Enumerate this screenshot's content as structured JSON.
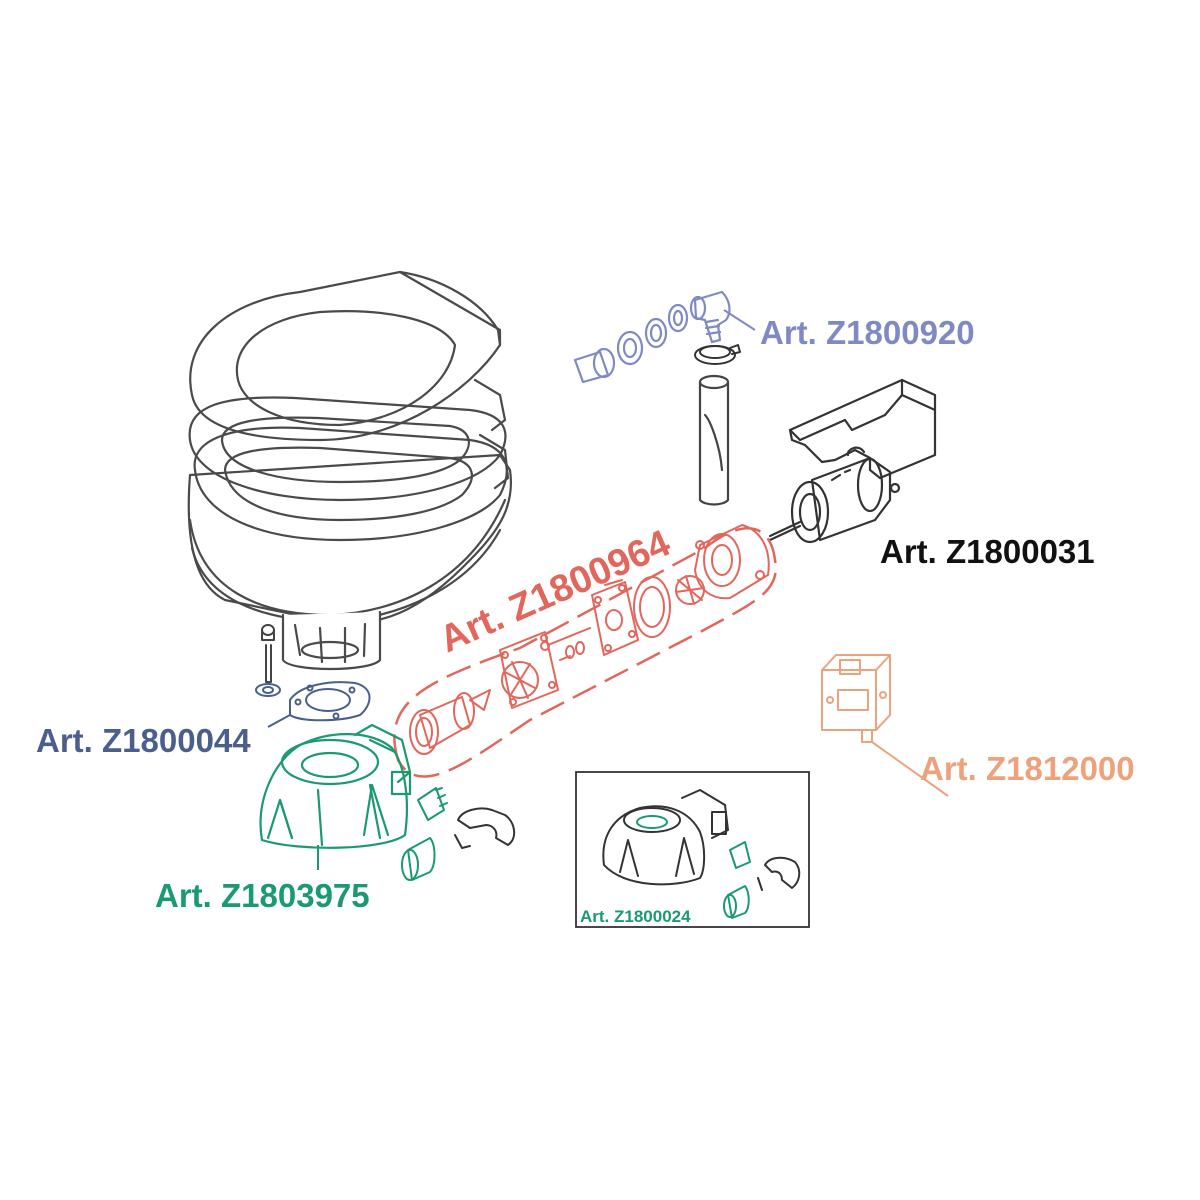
{
  "parts": [
    {
      "id": "inlet-elbow-kit",
      "label": "Art. Z1800920",
      "color": "#7f8ac4"
    },
    {
      "id": "motor",
      "label": "Art. Z1800031",
      "color": "#111111"
    },
    {
      "id": "pump-kit",
      "label": "Art. Z1800964",
      "color": "#e2665c"
    },
    {
      "id": "base-gasket-kit",
      "label": "Art. Z1800044",
      "color": "#4a5f8c"
    },
    {
      "id": "switch",
      "label": "Art. Z1812000",
      "color": "#eda27c"
    },
    {
      "id": "pump-housing",
      "label": "Art. Z1803975",
      "color": "#1a9a70"
    },
    {
      "id": "pump-assembly-inset",
      "label": "Art. Z1800024",
      "color": "#1a9a70"
    }
  ],
  "toilet_color": "#4a4a4a"
}
